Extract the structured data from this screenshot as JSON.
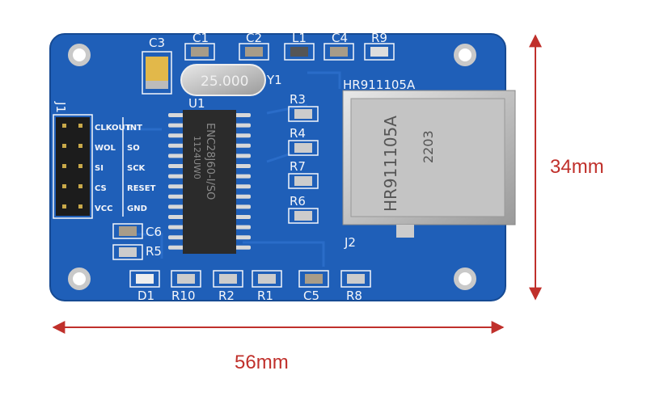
{
  "board": {
    "pcb_color": "#1f5fb8",
    "chip_marking": [
      "ENC28J60-I/SO",
      "1124UW0"
    ],
    "crystal_marking": "25.000",
    "jack_marking": [
      "HR911105A",
      "2203"
    ],
    "jack_silk": "HR911105A",
    "header_labels_left": [
      "CLKOUT",
      "WOL",
      "SI",
      "CS",
      "VCC"
    ],
    "header_labels_right": [
      "INT",
      "SO",
      "SCK",
      "RESET",
      "GND"
    ],
    "designators": {
      "c3": "C3",
      "c1": "C1",
      "c2": "C2",
      "l1": "L1",
      "c4": "C4",
      "r9": "R9",
      "y1": "Y1",
      "u1": "U1",
      "j1": "J1",
      "j2": "J2",
      "r3": "R3",
      "r4": "R4",
      "r7": "R7",
      "r6": "R6",
      "c6": "C6",
      "r5": "R5",
      "d1": "D1",
      "r10": "R10",
      "r2": "R2",
      "r1": "R1",
      "c5": "C5",
      "r8": "R8"
    }
  },
  "dimensions": {
    "width_label": "56mm",
    "height_label": "34mm",
    "color": "#c0302b"
  }
}
